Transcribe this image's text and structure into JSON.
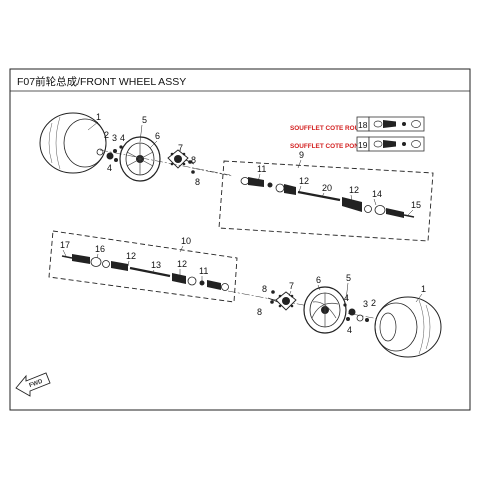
{
  "title": "F07前轮总成/FRONT WHEEL ASSY",
  "legend": [
    {
      "text": "SOUFFLET COTE ROUES",
      "number": "18"
    },
    {
      "text": "SOUFFLET COTE PONT",
      "number": "19"
    }
  ],
  "callouts": {
    "tl_1": "1",
    "tl_2": "2",
    "tl_3": "3",
    "tl_4a": "4",
    "tl_4b": "4",
    "tl_5": "5",
    "tl_6": "6",
    "tl_7": "7",
    "tl_8a": "8",
    "tl_8b": "8",
    "ra_9": "9",
    "ra_11": "11",
    "ra_12a": "12",
    "ra_20": "20",
    "ra_12b": "12",
    "ra_14": "14",
    "ra_15": "15",
    "la_10": "10",
    "la_17": "17",
    "la_16": "16",
    "la_12a": "12",
    "la_13": "13",
    "la_12b": "12",
    "la_11": "11",
    "br_1": "1",
    "br_2": "2",
    "br_3": "3",
    "br_4a": "4",
    "br_4b": "4",
    "br_5": "5",
    "br_6": "6",
    "br_7": "7",
    "br_8a": "8",
    "br_8b": "8"
  },
  "arrow_label": "FWD"
}
